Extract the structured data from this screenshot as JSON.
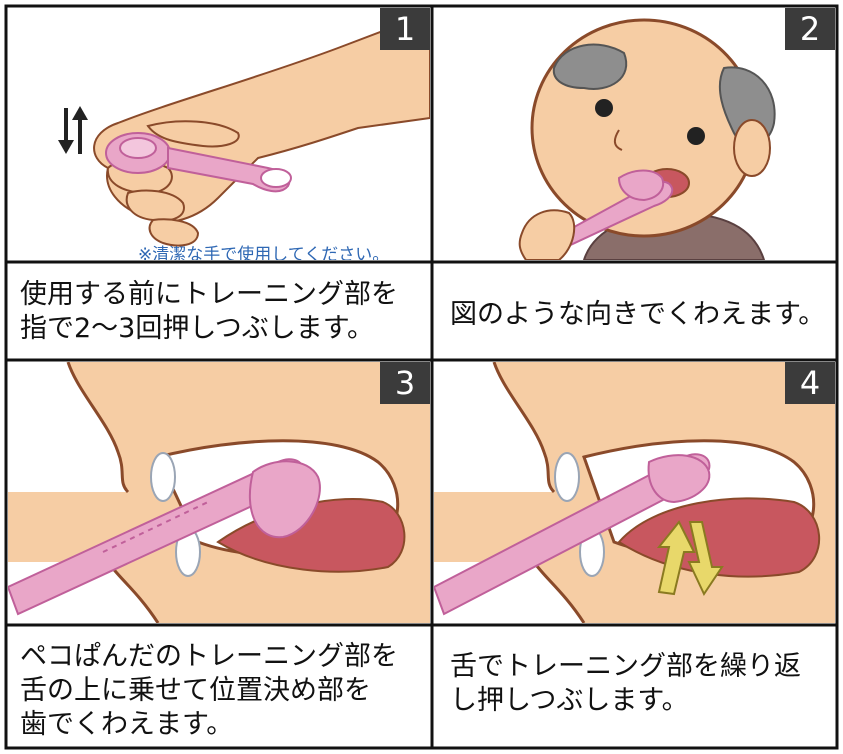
{
  "steps": [
    {
      "number": "1",
      "note": "※清潔な手で使用してください。",
      "caption_lines": [
        "使用する前にトレーニング部を",
        "指で2〜3回押しつぶします。"
      ]
    },
    {
      "number": "2",
      "caption_lines": [
        "図のような向きでくわえます。"
      ]
    },
    {
      "number": "3",
      "caption_lines": [
        "ペコぱんだのトレーニング部を",
        "舌の上に乗せて位置決め部を",
        "歯でくわえます。"
      ]
    },
    {
      "number": "4",
      "caption_lines": [
        "舌でトレーニング部を繰り返",
        "し押しつぶします。"
      ]
    }
  ],
  "colors": {
    "skin": "#f6cda4",
    "outline": "#8a4a2a",
    "device": "#e9a6c8",
    "device_dark": "#c0609a",
    "tongue": "#c8575f",
    "number_bg": "#3b3b3b",
    "note_text": "#2f68b4",
    "arrow_fill": "#e8d86a"
  },
  "icons": [
    "up-down-arrows-icon",
    "press-arrows-icon"
  ]
}
